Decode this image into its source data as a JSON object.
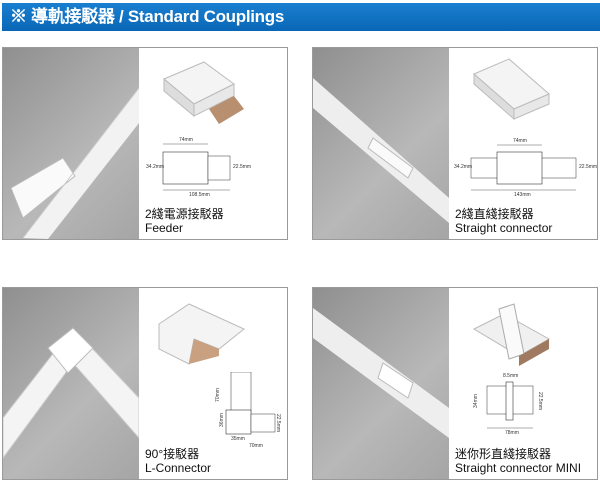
{
  "header": {
    "title": "※ 導軌接駁器 / Standard Couplings"
  },
  "colors": {
    "header_bg": "#0a6fc0"
  },
  "products": [
    {
      "name_zh": "2綫電源接駁器",
      "name_en": "Feeder",
      "dims": [
        "74mm",
        "34.2mm",
        "22.5mm",
        "108.5mm"
      ]
    },
    {
      "name_zh": "2綫直綫接駁器",
      "name_en": "Straight connector",
      "dims": [
        "74mm",
        "34.2mm",
        "22.5mm",
        "143mm"
      ]
    },
    {
      "name_zh": "90°接駁器",
      "name_en": "L-Connector",
      "dims": [
        "70mm",
        "36mm",
        "22.5mm",
        "35mm",
        "70mm"
      ]
    },
    {
      "name_zh": "迷你形直綫接駁器",
      "name_en": "Straight connector MINI",
      "dims": [
        "8.5mm",
        "34mm",
        "22.5mm",
        "78mm"
      ]
    }
  ]
}
